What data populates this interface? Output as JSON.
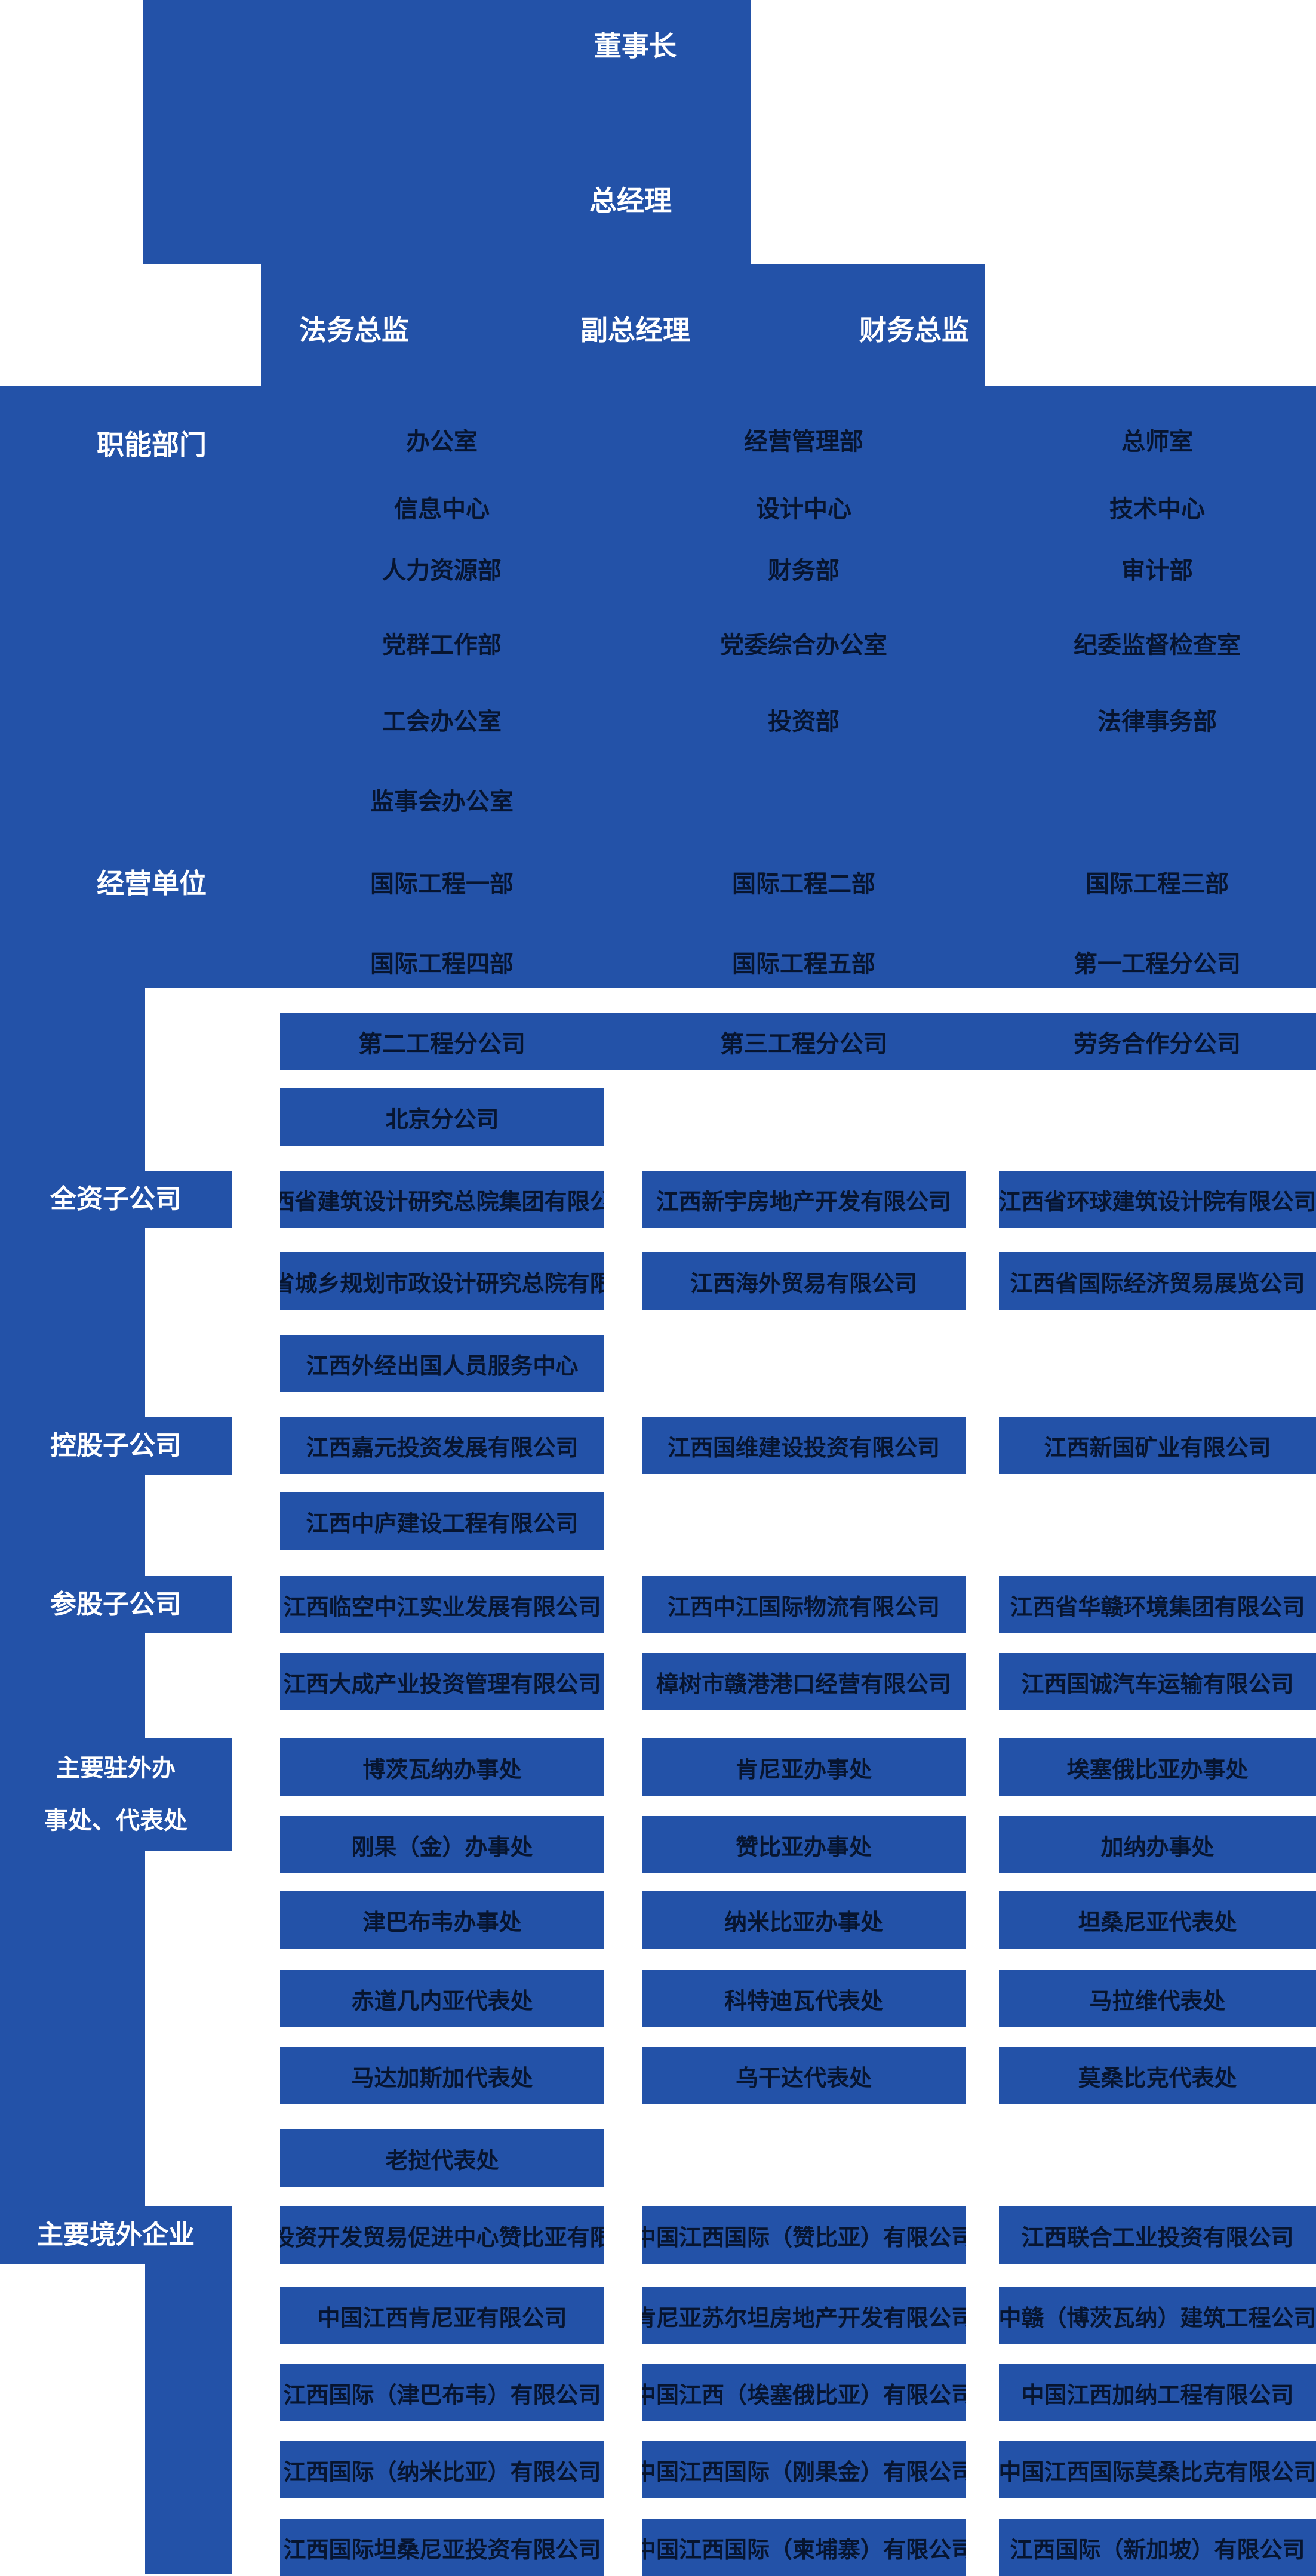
{
  "palette": {
    "block_blue": "#2352A8",
    "dark_text": "#071530",
    "light_text": "#FFFFFF"
  },
  "top": {
    "chairman": "董事长",
    "general_manager": "总经理",
    "legal_director": "法务总监",
    "deputy_general_manager": "副总经理",
    "finance_director": "财务总监"
  },
  "functional": {
    "label": "职能部门",
    "rows": [
      [
        "办公室",
        "经营管理部",
        "总师室"
      ],
      [
        "信息中心",
        "设计中心",
        "技术中心"
      ],
      [
        "人力资源部",
        "财务部",
        "审计部"
      ],
      [
        "党群工作部",
        "党委综合办公室",
        "纪委监督检查室"
      ],
      [
        "工会办公室",
        "投资部",
        "法律事务部"
      ],
      [
        "监事会办公室"
      ]
    ]
  },
  "business": {
    "label": "经营单位",
    "rows": [
      [
        "国际工程一部",
        "国际工程二部",
        "国际工程三部"
      ],
      [
        "国际工程四部",
        "国际工程五部",
        "第一工程分公司"
      ]
    ],
    "branch_band": [
      "第二工程分公司",
      "第三工程分公司",
      "劳务合作分公司"
    ],
    "beijing_branch": "北京分公司"
  },
  "wholly_owned": {
    "label": "全资子公司",
    "rows": [
      [
        "江西省建筑设计研究总院集团有限公司",
        "江西新宇房地产开发有限公司",
        "江西省环球建筑设计院有限公司"
      ],
      [
        "江西省城乡规划市政设计研究总院有限公司",
        "江西海外贸易有限公司",
        "江西省国际经济贸易展览公司"
      ],
      [
        "江西外经出国人员服务中心"
      ]
    ]
  },
  "holding": {
    "label": "控股子公司",
    "rows": [
      [
        "江西嘉元投资发展有限公司",
        "江西国维建设投资有限公司",
        "江西新国矿业有限公司"
      ],
      [
        "江西中庐建设工程有限公司"
      ]
    ]
  },
  "minority": {
    "label": "参股子公司",
    "rows": [
      [
        "江西临空中江实业发展有限公司",
        "江西中江国际物流有限公司",
        "江西省华赣环境集团有限公司"
      ],
      [
        "江西大成产业投资管理有限公司",
        "樟树市赣港港口经营有限公司",
        "江西国诚汽车运输有限公司"
      ]
    ]
  },
  "offices": {
    "label_line1": "主要驻外办",
    "label_line2": "事处、代表处",
    "rows": [
      [
        "博茨瓦纳办事处",
        "肯尼亚办事处",
        "埃塞俄比亚办事处"
      ],
      [
        "刚果（金）办事处",
        "赞比亚办事处",
        "加纳办事处"
      ],
      [
        "津巴布韦办事处",
        "纳米比亚办事处",
        "坦桑尼亚代表处"
      ],
      [
        "赤道几内亚代表处",
        "科特迪瓦代表处",
        "马拉维代表处"
      ],
      [
        "马达加斯加代表处",
        "乌干达代表处",
        "莫桑比克代表处"
      ],
      [
        "老挝代表处"
      ]
    ]
  },
  "overseas": {
    "label": "主要境外企业",
    "rows": [
      [
        "中国投资开发贸易促进中心赞比亚有限公司",
        "中国江西国际（赞比亚）有限公司",
        "江西联合工业投资有限公司"
      ],
      [
        "中国江西肯尼亚有限公司",
        "肯尼亚苏尔坦房地产开发有限公司",
        "中赣（博茨瓦纳）建筑工程公司"
      ],
      [
        "江西国际（津巴布韦）有限公司",
        "中国江西（埃塞俄比亚）有限公司",
        "中国江西加纳工程有限公司"
      ],
      [
        "江西国际（纳米比亚）有限公司",
        "中国江西国际（刚果金）有限公司",
        "中国江西国际莫桑比克有限公司"
      ],
      [
        "江西国际坦桑尼亚投资有限公司",
        "中国江西国际（柬埔寨）有限公司",
        "江西国际（新加坡）有限公司"
      ]
    ]
  }
}
